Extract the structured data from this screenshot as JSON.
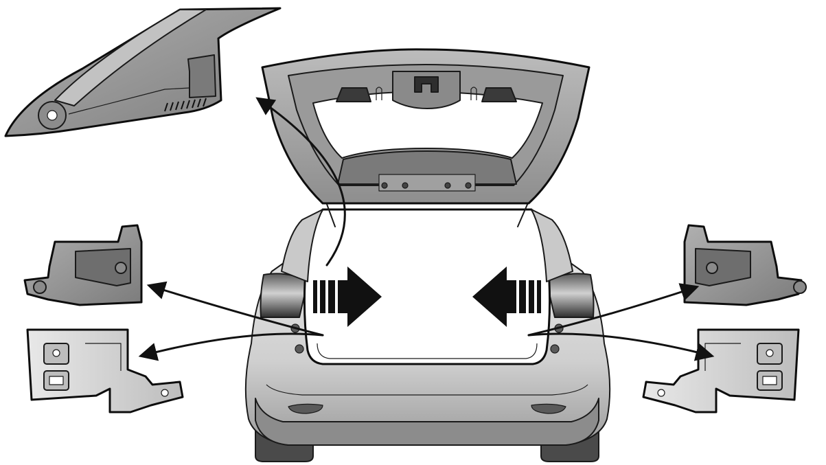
{
  "figure": {
    "type": "technical-illustration",
    "subject": "vehicle-rear-tailgate-sound-insulation-parts"
  },
  "colors": {
    "paper": "#ffffff",
    "ink": "#1a1a1a",
    "body_light": "#d9d9d9",
    "body_mid": "#a8a8a8",
    "body_dark": "#6e6e6e",
    "part_gray": "#9a9a9a",
    "part_shadow": "#6a6a6a",
    "tail_lamp": "#3a3a3a",
    "tire": "#4a4a4a",
    "arrow": "#111111"
  },
  "components": [
    {
      "id": "tailgate-trim-panel",
      "icon": "triangular-pillar-trim"
    },
    {
      "id": "left-upper-insulator-block",
      "icon": "foam-block"
    },
    {
      "id": "left-lower-bracket-panel",
      "icon": "stamped-bracket"
    },
    {
      "id": "right-upper-insulator-block",
      "icon": "foam-block"
    },
    {
      "id": "right-lower-bracket-panel",
      "icon": "stamped-bracket"
    }
  ],
  "indicators": {
    "insert_arrows": [
      "left-insert-arrow",
      "right-insert-arrow"
    ],
    "leader_arrows": 5
  }
}
